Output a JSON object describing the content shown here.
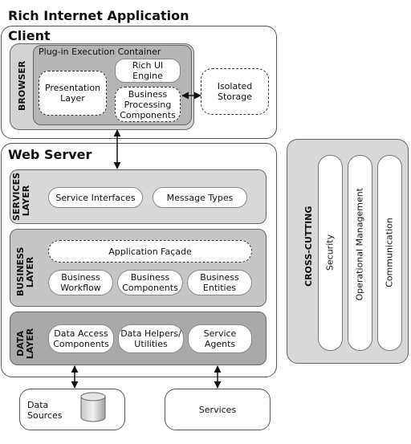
{
  "title": "Rich Internet Application",
  "client": {
    "heading": "Client",
    "browser_label": "BROWSER",
    "container_label": "Plug-in Execution Container",
    "presentation_layer": "Presentation Layer",
    "rich_ui_engine": "Rich UI Engine",
    "business_processing": "Business Processing Components",
    "isolated_storage": "Isolated Storage"
  },
  "web_server": {
    "heading": "Web Server",
    "services_layer": {
      "label": "SERVICES LAYER",
      "items": [
        "Service Interfaces",
        "Message Types"
      ]
    },
    "business_layer": {
      "label": "BUSINESS LAYER",
      "facade": "Application Façade",
      "items": [
        "Business Workflow",
        "Business Components",
        "Business Entities"
      ]
    },
    "data_layer": {
      "label": "DATA LAYER",
      "items": [
        "Data Access Components",
        "Data Helpers/ Utilities",
        "Service Agents"
      ]
    }
  },
  "cross_cutting": {
    "label": "CROSS-CUTTING",
    "items": [
      "Security",
      "Operational Management",
      "Communication"
    ]
  },
  "external": {
    "data_sources": "Data Sources",
    "services": "Services"
  }
}
